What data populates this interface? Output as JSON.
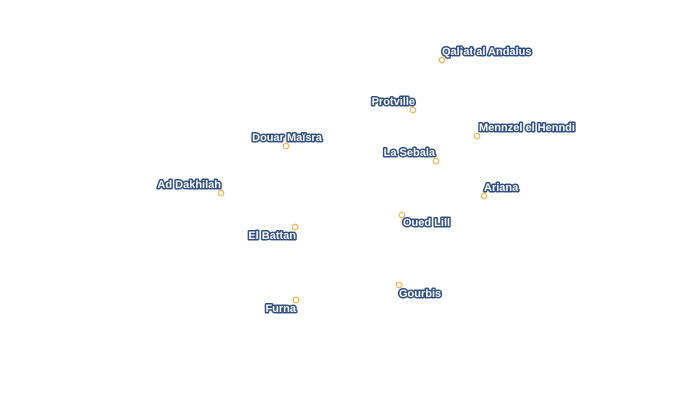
{
  "map": {
    "style": {
      "marker_stroke": "#f0b34a",
      "label_fill": "#ffffff",
      "label_halo": "#2f4f86"
    },
    "places": [
      {
        "name": "Qal`at al Andalus",
        "marker_icon": "circle-marker"
      },
      {
        "name": "Protville",
        "marker_icon": "circle-marker"
      },
      {
        "name": "Mennzel el Henndi",
        "marker_icon": "circle-marker"
      },
      {
        "name": "Douar Maïsra",
        "marker_icon": "circle-marker"
      },
      {
        "name": "La Sebala",
        "marker_icon": "circle-marker"
      },
      {
        "name": "Ad Dakhilah",
        "marker_icon": "circle-marker"
      },
      {
        "name": "Ariana",
        "marker_icon": "circle-marker"
      },
      {
        "name": "Oued Lill",
        "marker_icon": "circle-marker"
      },
      {
        "name": "El Battan",
        "marker_icon": "circle-marker"
      },
      {
        "name": "Gourbis",
        "marker_icon": "circle-marker"
      },
      {
        "name": "Furna",
        "marker_icon": "circle-marker"
      }
    ]
  }
}
